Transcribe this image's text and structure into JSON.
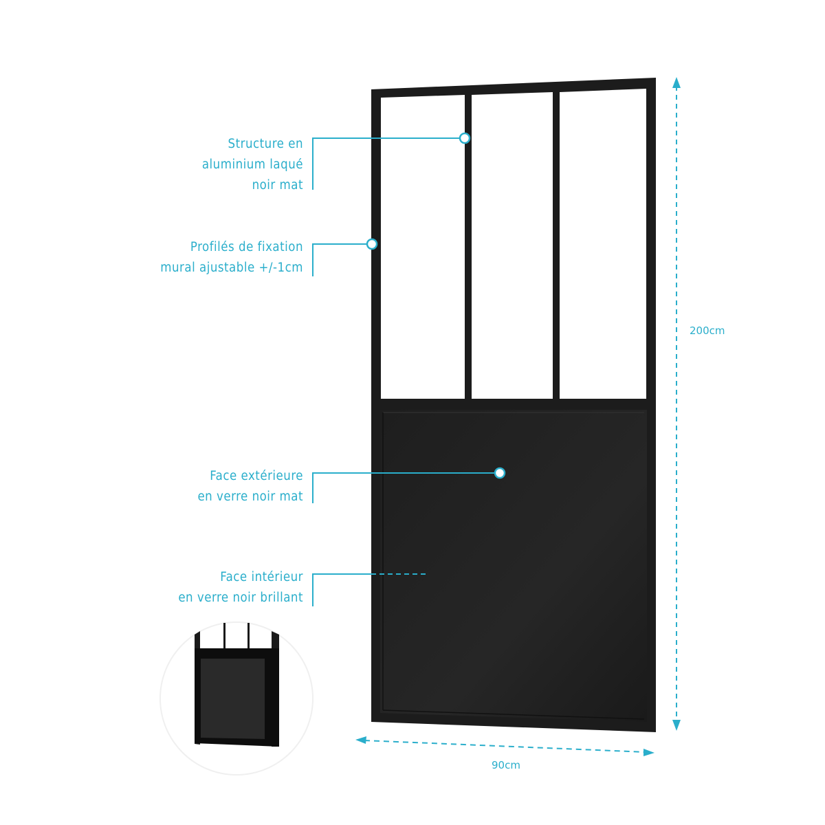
{
  "accent_color": "#2aaecb",
  "frame_color": "#1c1c1c",
  "callouts": [
    {
      "id": "structure",
      "lines": [
        "Structure en",
        "aluminium laqué",
        "noir mat"
      ]
    },
    {
      "id": "profiles",
      "lines": [
        "Profilés de fixation",
        "mural ajustable +/-1cm"
      ]
    },
    {
      "id": "face-ext",
      "lines": [
        "Face extérieure",
        "en verre noir mat"
      ]
    },
    {
      "id": "face-int",
      "lines": [
        "Face intérieur",
        "en verre noir brillant"
      ]
    }
  ],
  "dimensions": {
    "height": "200cm",
    "width": "90cm"
  }
}
